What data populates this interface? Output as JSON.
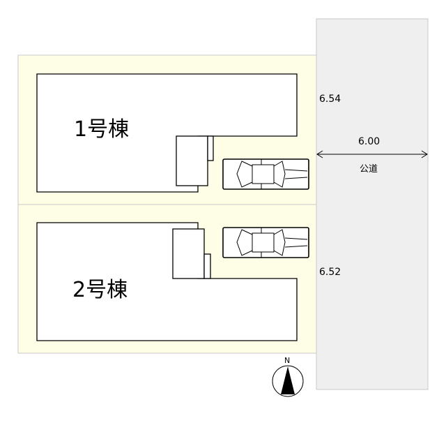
{
  "buildings": [
    {
      "label": "1号棟"
    },
    {
      "label": "2号棟"
    }
  ],
  "dimensions": {
    "lot1_frontage": "6.54",
    "lot2_frontage": "6.52",
    "road_width": "6.00"
  },
  "road": {
    "label": "公道"
  },
  "compass": {
    "label": "N"
  },
  "colors": {
    "lot": "#fefee6",
    "road": "#efefef",
    "line": "#000000"
  }
}
